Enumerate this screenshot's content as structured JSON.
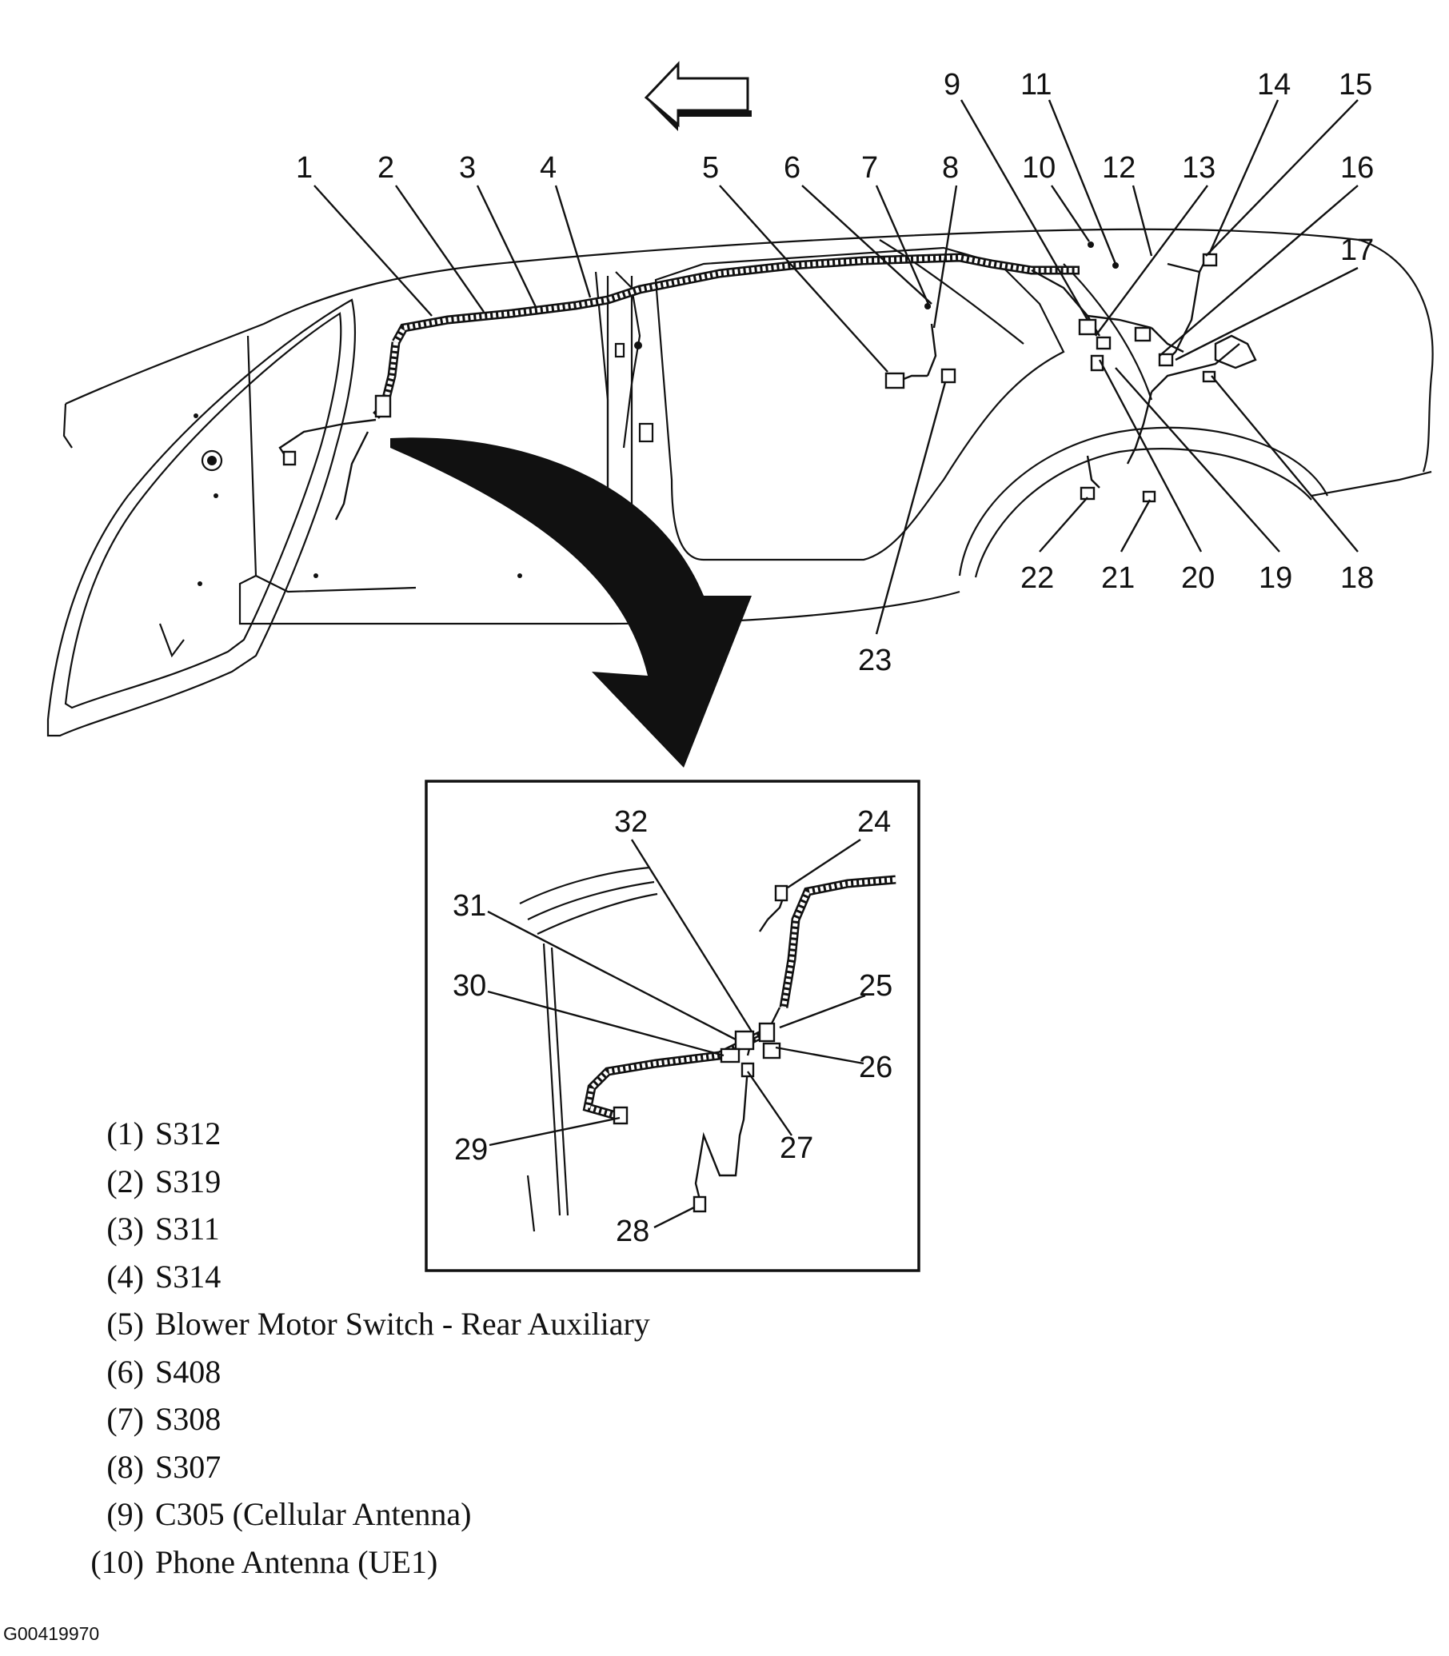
{
  "callouts": [
    "1",
    "2",
    "3",
    "4",
    "5",
    "6",
    "7",
    "8",
    "9",
    "10",
    "11",
    "12",
    "13",
    "14",
    "15",
    "16",
    "17",
    "18",
    "19",
    "20",
    "21",
    "22",
    "23",
    "24",
    "25",
    "26",
    "27",
    "28",
    "29",
    "30",
    "31",
    "32"
  ],
  "legend": [
    {
      "num": "(1)",
      "text": "S312"
    },
    {
      "num": "(2)",
      "text": "S319"
    },
    {
      "num": "(3)",
      "text": "S311"
    },
    {
      "num": "(4)",
      "text": "S314"
    },
    {
      "num": "(5)",
      "text": "Blower Motor Switch - Rear Auxiliary"
    },
    {
      "num": "(6)",
      "text": "S408"
    },
    {
      "num": "(7)",
      "text": "S308"
    },
    {
      "num": "(8)",
      "text": "S307"
    },
    {
      "num": "(9)",
      "text": "C305 (Cellular Antenna)"
    },
    {
      "num": "(10)",
      "text": "Phone Antenna (UE1)"
    }
  ],
  "figure_id": "G00419970"
}
